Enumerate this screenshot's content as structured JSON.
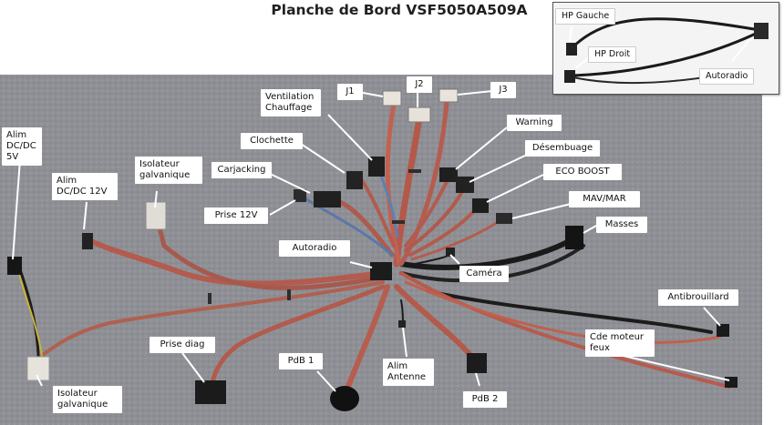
{
  "title": "Planche de Bord VSF5050A509A",
  "inset_labels": {
    "hp_gauche": "HP Gauche",
    "hp_droit": "HP Droit",
    "autoradio": "Autoradio"
  },
  "labels": {
    "alim_dcdc_5v": "Alim\nDC/DC 5V",
    "alim_dcdc_12v": "Alim\nDC/DC 12V",
    "isolateur_galvanique_top": "Isolateur\ngalvanique",
    "isolateur_galvanique_bottom": "Isolateur\ngalvanique",
    "carjacking": "Carjacking",
    "prise_12v": "Prise 12V",
    "clochette": "Clochette",
    "ventilation_chauffage": "Ventilation\nChauffage",
    "j1": "J1",
    "j2": "J2",
    "j3": "J3",
    "warning": "Warning",
    "desembuage": "Désembuage",
    "eco_boost": "ECO BOOST",
    "mav_mar": "MAV/MAR",
    "masses": "Masses",
    "autoradio": "Autoradio",
    "camera": "Caméra",
    "antibrouillard": "Antibrouillard",
    "cde_moteur_feux": "Cde moteur\nfeux",
    "prise_diag": "Prise diag",
    "pdb1": "PdB 1",
    "alim_antenne": "Alim\nAntenne",
    "pdb2": "PdB 2"
  }
}
